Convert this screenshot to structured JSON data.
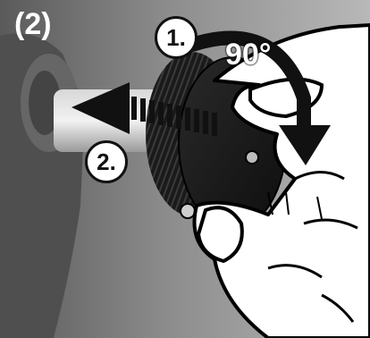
{
  "figure": {
    "step_label": "(2)",
    "callouts": [
      {
        "number": "1."
      },
      {
        "number": "2."
      }
    ],
    "rotation_label": "90°"
  }
}
